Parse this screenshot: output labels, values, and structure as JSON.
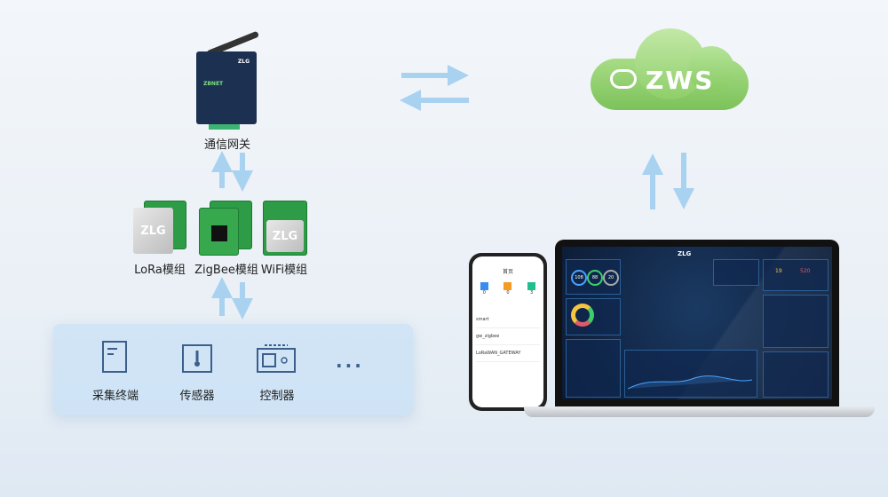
{
  "gateway": {
    "label": "通信网关",
    "brand": "ZLG",
    "model": "ZBNET"
  },
  "modules": [
    {
      "label": "LoRa模组",
      "chip": "ZLG"
    },
    {
      "label": "ZigBee模组",
      "chip": ""
    },
    {
      "label": "WiFi模组",
      "chip": "ZLG"
    }
  ],
  "devices": [
    {
      "label": "采集终端",
      "icon": "terminal-icon"
    },
    {
      "label": "传感器",
      "icon": "thermometer-icon"
    },
    {
      "label": "控制器",
      "icon": "controller-icon"
    }
  ],
  "more": "...",
  "cloud": {
    "label": "ZWS"
  },
  "phone": {
    "title": "首页",
    "stats": [
      "0",
      "0",
      "3"
    ],
    "list": [
      "smart",
      "gw_zigbee",
      "LoRaWAN_GATEWAY"
    ]
  },
  "dashboard": {
    "brand": "ZLG",
    "rings": [
      "108",
      "88",
      "20"
    ],
    "alarm": [
      "19",
      "520"
    ]
  },
  "colors": {
    "arrow": "#a8d2f0",
    "cloud": "#8fcf6a",
    "panel": "#bedcf5"
  }
}
